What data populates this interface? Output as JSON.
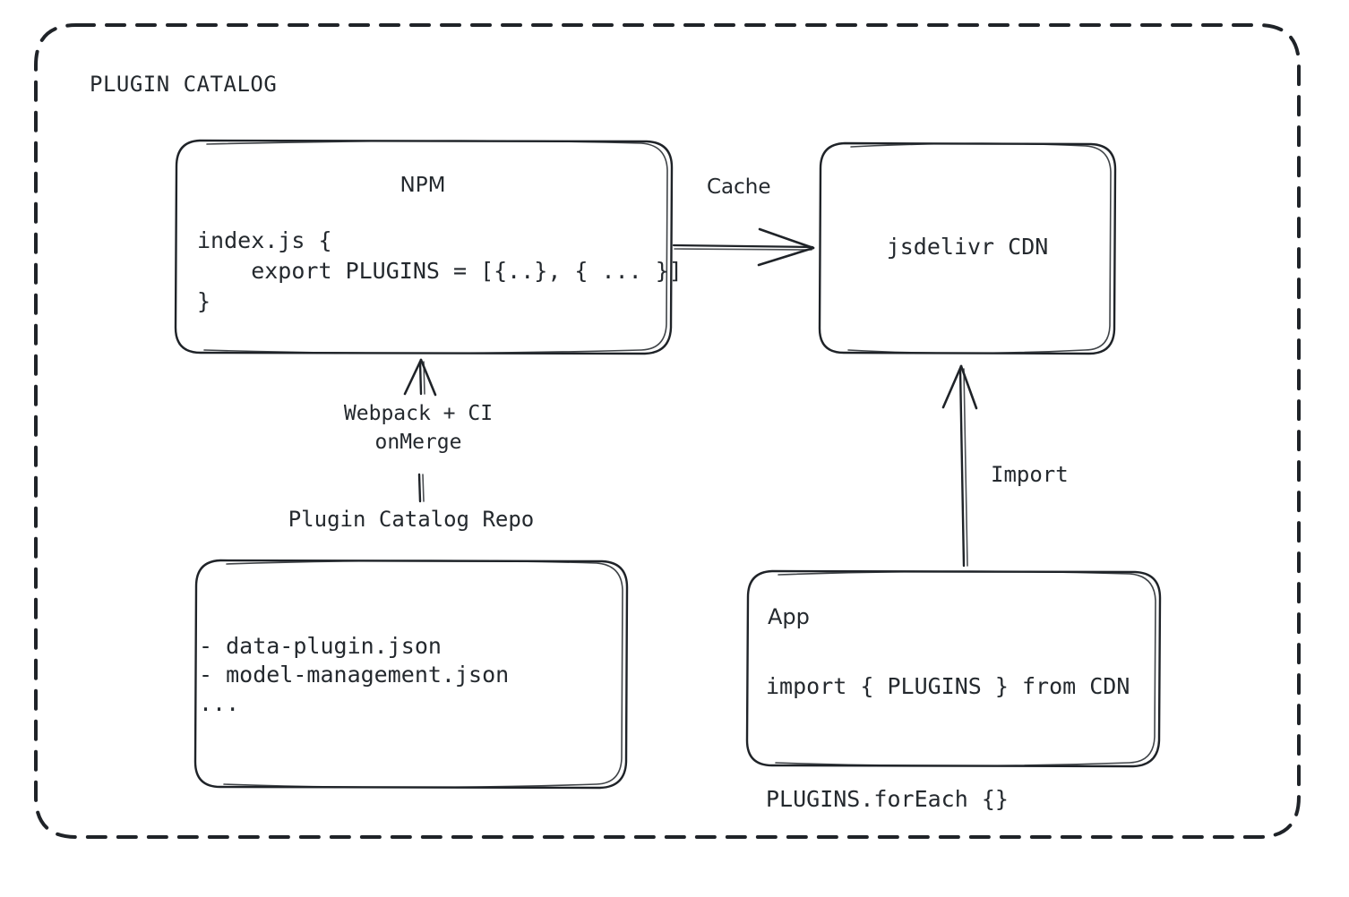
{
  "diagram": {
    "title": "PLUGIN CATALOG",
    "background": "#ffffff",
    "stroke_color": "#1f2328",
    "text_color": "#24292e"
  },
  "nodes": {
    "npm": {
      "title": "NPM",
      "code": "index.js {\n    export PLUGINS = [{..}, { ... }]\n}"
    },
    "cdn": {
      "title": "jsdelivr CDN"
    },
    "repo": {
      "caption": "Plugin Catalog Repo",
      "lines": "- data-plugin.json\n- model-management.json\n..."
    },
    "app": {
      "title": "App",
      "code": "import { PLUGINS } from CDN\n\nPLUGINS.forEach {}"
    }
  },
  "edges": {
    "cache": {
      "label": "Cache",
      "from": "npm",
      "to": "cdn",
      "direction": "right"
    },
    "build": {
      "label": "Webpack + CI\nonMerge",
      "from": "repo",
      "to": "npm",
      "direction": "up"
    },
    "import": {
      "label": "Import",
      "from": "app",
      "to": "cdn",
      "direction": "up"
    }
  }
}
